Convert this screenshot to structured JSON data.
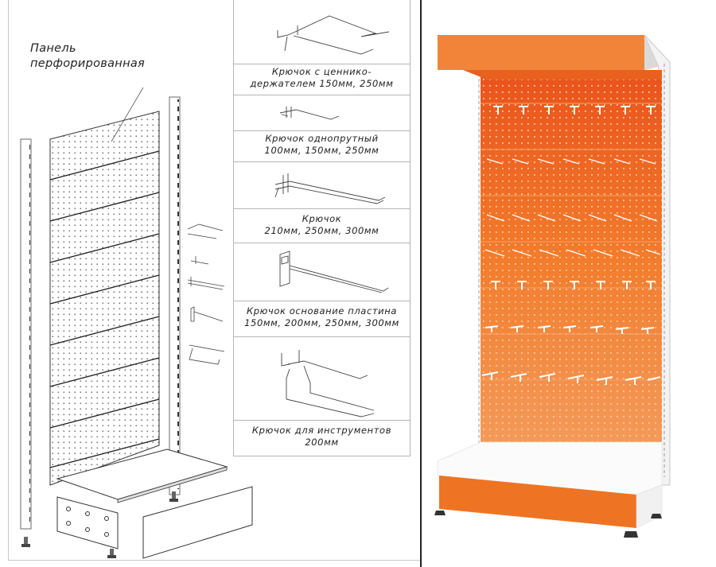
{
  "diagram": {
    "panel_label": [
      "Панель",
      "перфорированная"
    ],
    "hooks": [
      {
        "caption": [
          "Крючок с ценнико-",
          "держателем 150мм, 250мм"
        ],
        "icon": "hook-with-price-holder-icon"
      },
      {
        "caption": [
          "Крючок однопрутный",
          "100мм, 150мм, 250мм"
        ],
        "icon": "single-wire-hook-icon"
      },
      {
        "caption": [
          "Крючок",
          "210мм, 250мм, 300мм"
        ],
        "icon": "double-wire-hook-icon"
      },
      {
        "caption": [
          "Крючок основание пластина",
          "150мм, 200мм, 250мм, 300мм"
        ],
        "icon": "plate-base-hook-icon"
      },
      {
        "caption": [
          "Крючок для инструментов",
          "200мм"
        ],
        "icon": "tool-hook-icon"
      }
    ]
  },
  "photo": {
    "subject": "orange perforated wall display rack with hooks",
    "colors": {
      "panel": "#f07a2a",
      "canopy": "#f2843a",
      "base_front": "#ee7424",
      "frame": "#f4f4f4",
      "holes": "#ffd0a8"
    }
  }
}
